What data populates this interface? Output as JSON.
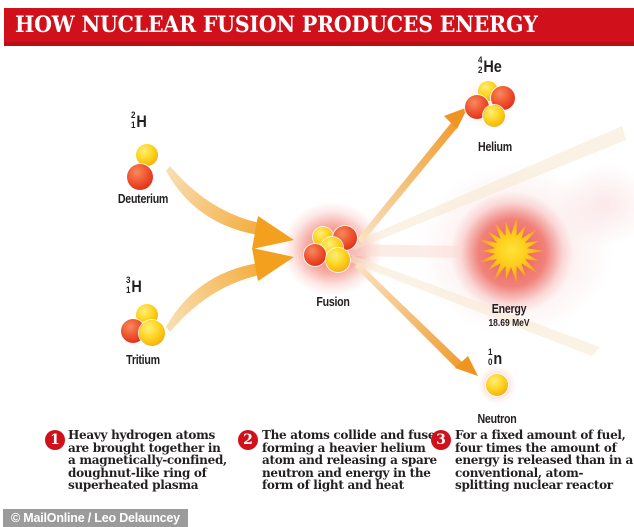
{
  "header": {
    "title": "HOW NUCLEAR FUSION PRODUCES ENERGY"
  },
  "diagram": {
    "deuterium": {
      "mass": "2",
      "atomic": "1",
      "element": "H",
      "label": "Deuterium"
    },
    "tritium": {
      "mass": "3",
      "atomic": "1",
      "element": "H",
      "label": "Tritium"
    },
    "fusion": {
      "label": "Fusion"
    },
    "helium": {
      "mass": "4",
      "atomic": "2",
      "element": "He",
      "label": "Helium"
    },
    "energy": {
      "label": "Energy",
      "value": "18.69 MeV"
    },
    "neutron": {
      "mass": "1",
      "atomic": "0",
      "element": "n",
      "label": "Neutron"
    }
  },
  "steps": [
    {
      "number": "1",
      "text": "Heavy hydrogen atoms are brought together in a magnetically-confined, doughnut-like ring of superheated plasma"
    },
    {
      "number": "2",
      "text": "The atoms collide and fuse, forming a heavier helium atom and releasing a spare neutron and energy in the form of light and heat"
    },
    {
      "number": "3",
      "text": "For a fixed amount of fuel, four times the amount of energy is released than in a conventional, atom-splitting nuclear reactor"
    }
  ],
  "footer": {
    "credit": "© MailOnline / Leo Delauncey"
  },
  "colors": {
    "header_red": "#d0111b",
    "ball_red": "#e23a22",
    "ball_yellow": "#fccb0f",
    "arrow_orange": "#f29a20",
    "text_dark": "#231f20",
    "footer_gray": "#9b9b9b"
  }
}
